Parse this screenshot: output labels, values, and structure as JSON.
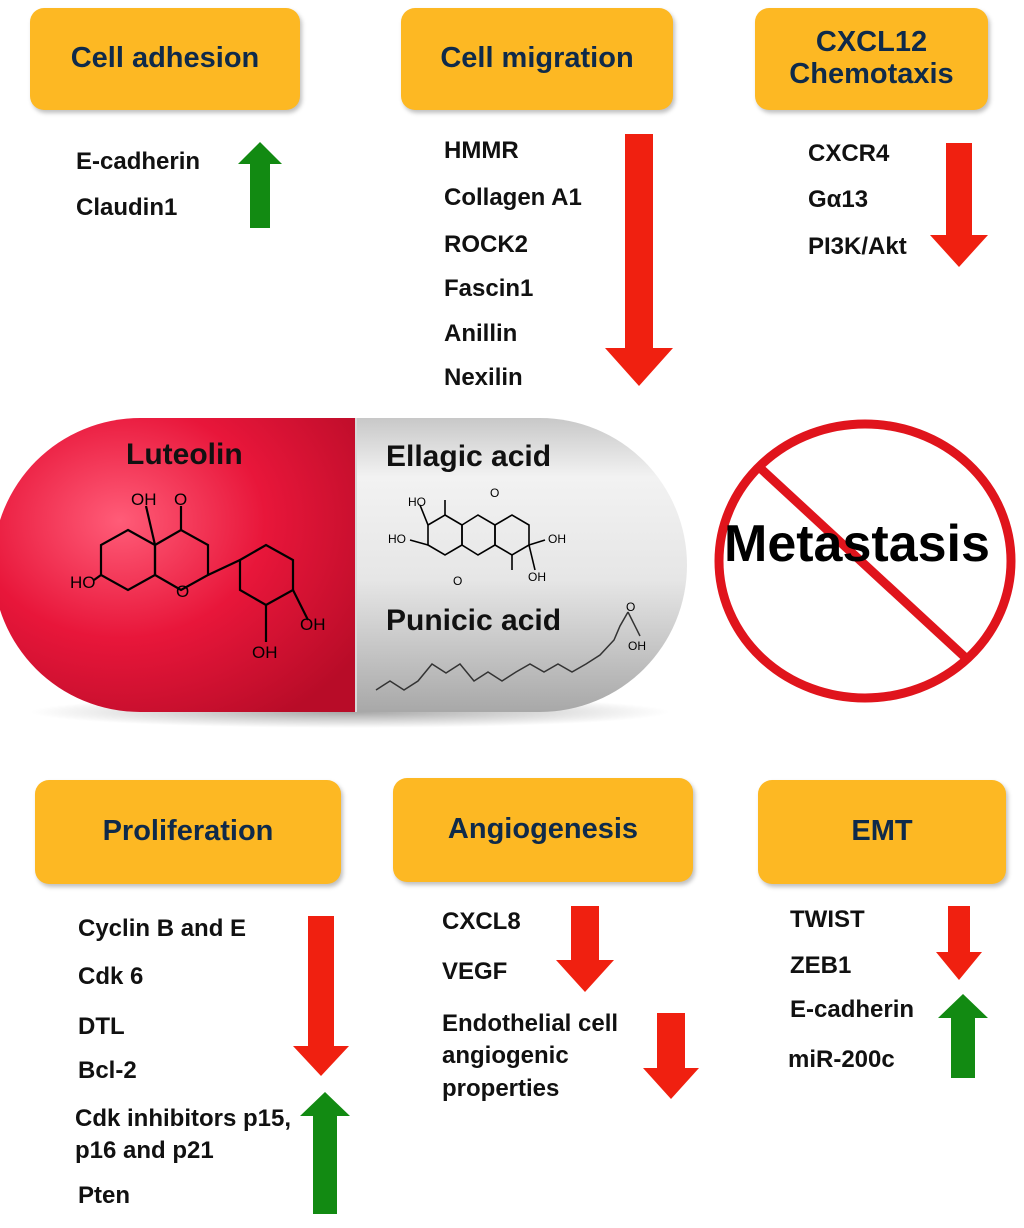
{
  "boxes": {
    "cell_adhesion": "Cell adhesion",
    "cell_migration": "Cell migration",
    "chemotaxis_line1": "CXCL12",
    "chemotaxis_line2": "Chemotaxis",
    "proliferation": "Proliferation",
    "angiogenesis": "Angiogenesis",
    "emt": "EMT"
  },
  "cell_adhesion_items": [
    "E-cadherin",
    "Claudin1"
  ],
  "cell_migration_items": [
    "HMMR",
    "Collagen A1",
    "ROCK2",
    "Fascin1",
    "Anillin",
    "Nexilin"
  ],
  "chemotaxis_items": [
    "CXCR4",
    "Gα13",
    "PI3K/Akt"
  ],
  "proliferation_items": [
    "Cyclin B and E",
    "Cdk 6",
    "DTL",
    "Bcl-2",
    "Cdk inhibitors p15, p16 and p21",
    "Pten"
  ],
  "angiogenesis_items": [
    "CXCL8",
    "VEGF",
    "Endothelial cell angiogenic properties"
  ],
  "emt_items": [
    "TWIST",
    "ZEB1",
    "E-cadherin",
    "miR-200c"
  ],
  "pill": {
    "left_compound": "Luteolin",
    "right_compound_1": "Ellagic acid",
    "right_compound_2": "Punicic acid",
    "atom_labels": {
      "oh": "OH",
      "ho": "HO",
      "o": "O"
    }
  },
  "metastasis": "Metastasis",
  "colors": {
    "box_fill": "#FDB823",
    "box_text": "#0f2a4a",
    "down_arrow": "#F02010",
    "up_arrow": "#128A12",
    "pill_red": "#E8163A",
    "prohibit_red": "#E0141C"
  }
}
